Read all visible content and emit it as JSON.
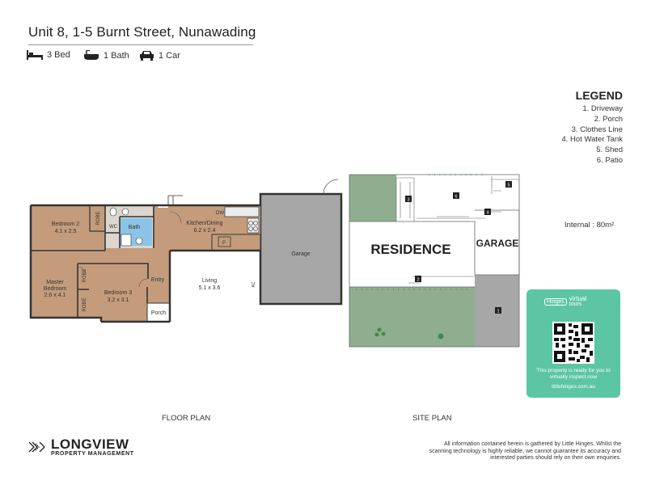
{
  "header": {
    "title": "Unit 8, 1-5 Burnt Street, Nunawading",
    "features": [
      {
        "icon": "bed-icon",
        "label": "3 Bed"
      },
      {
        "icon": "bath-icon",
        "label": "1 Bath"
      },
      {
        "icon": "car-icon",
        "label": "1 Car"
      }
    ]
  },
  "legend": {
    "title": "LEGEND",
    "items": [
      "1. Driveway",
      "2. Porch",
      "3. Clothes Line",
      "4. Hot Water Tank",
      "5. Shed",
      "6. Patio"
    ]
  },
  "internal_area": "Internal : 80m²",
  "floor_plan": {
    "label": "FLOOR PLAN",
    "rooms": {
      "bedroom2": {
        "name": "Bedroom 2",
        "size": "4.1 x 2.5"
      },
      "robe1": "ROBE",
      "wc": "WC",
      "bath": "Bath",
      "kitchen": {
        "name": "Kitchen/Dining",
        "size": "6.2 x 2.4"
      },
      "dw": "DW",
      "pantry": "P",
      "garage": "Garage",
      "master": {
        "name1": "Master",
        "name2": "Bedroom",
        "size": "2.6 x 4.1"
      },
      "robe2": "ROBE",
      "robe3": "ROBE",
      "bedroom3": {
        "name": "Bedroom 3",
        "size": "3.2 x 3.1"
      },
      "entry": "Entry",
      "porch": "Porch",
      "living": {
        "name": "Living",
        "size": "5.1 x 3.6"
      },
      "ac": "AC"
    }
  },
  "site_plan": {
    "label": "SITE PLAN",
    "residence": "RESIDENCE",
    "garage": "GARAGE",
    "markers": [
      "1",
      "2",
      "3",
      "4",
      "5",
      "6"
    ]
  },
  "virtual_tour": {
    "brand": "Hinges",
    "badge_line1": "virtual",
    "badge_line2": "tours",
    "text": "This property is ready for you to virtually inspect now",
    "url": "littlehinges.com.au"
  },
  "company": {
    "name": "LONGVIEW",
    "subtitle": "PROPERTY MANAGEMENT"
  },
  "disclaimer": "All information contained herein is gathered by Little Hinges. Whilst the scanning technology is highly reliable, we cannot guarantee its accuracy and interested parties should rely on their own enquiries."
}
